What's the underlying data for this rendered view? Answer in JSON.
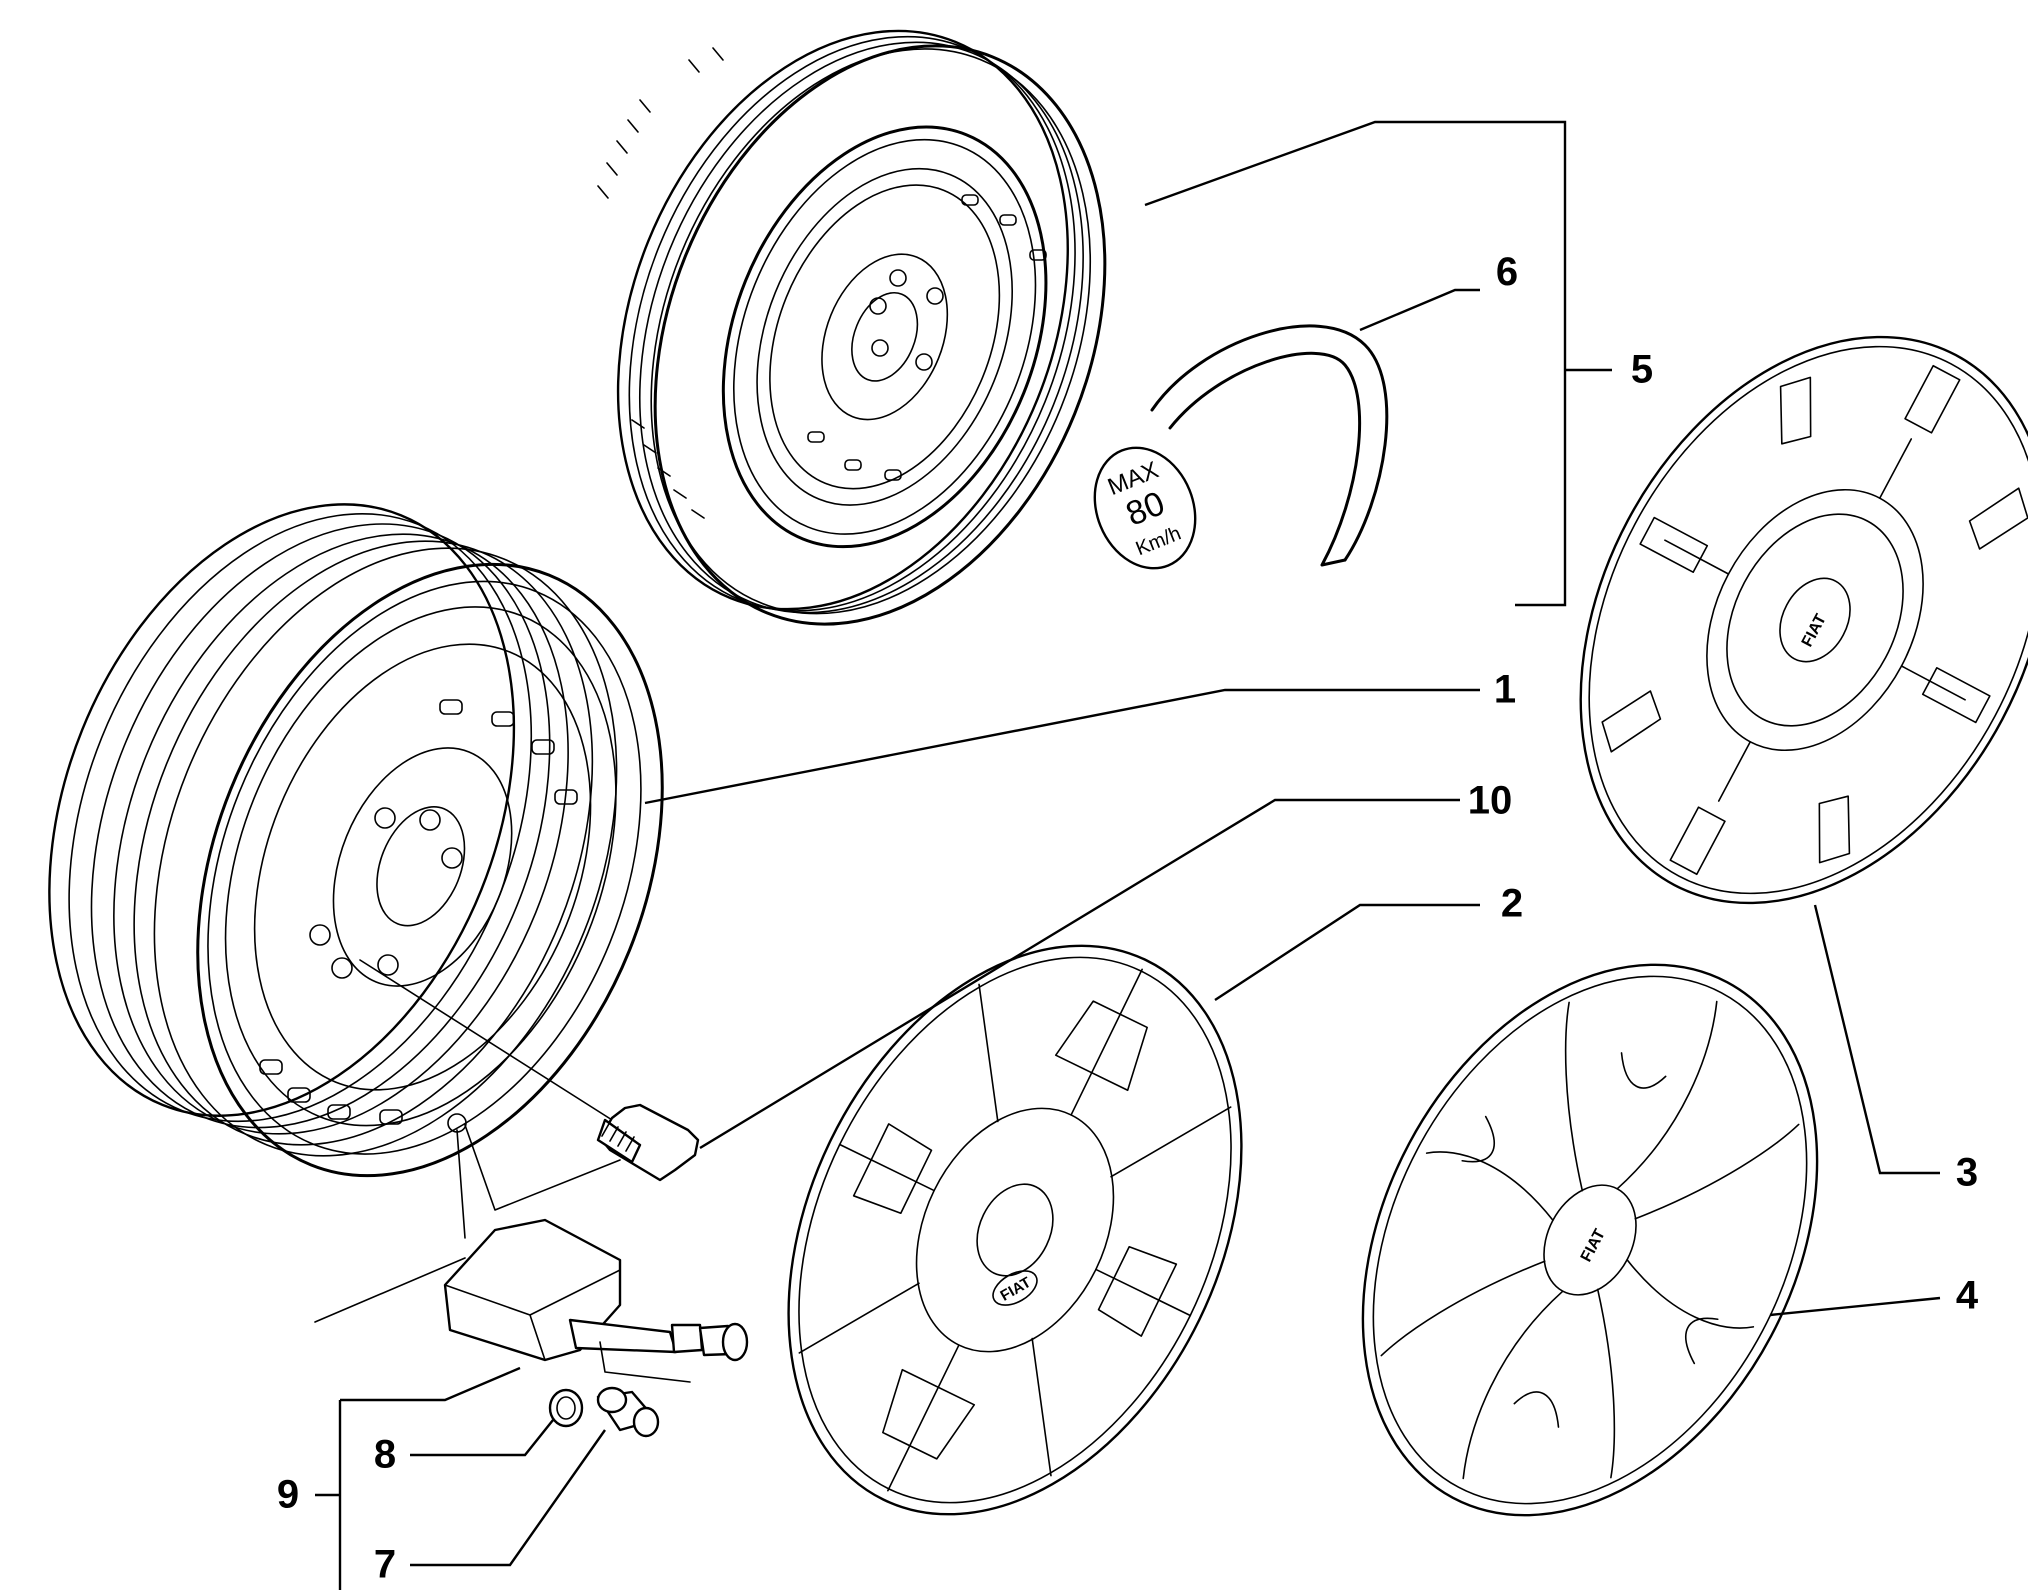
{
  "callouts": {
    "c1": "1",
    "c2": "2",
    "c3": "3",
    "c4": "4",
    "c5": "5",
    "c6": "6",
    "c7": "7",
    "c8": "8",
    "c9": "9",
    "c10": "10"
  },
  "tag_text": {
    "line1": "MAX",
    "line2": "80",
    "line3": "Km/h"
  },
  "brand_logo_text": "FIAT"
}
